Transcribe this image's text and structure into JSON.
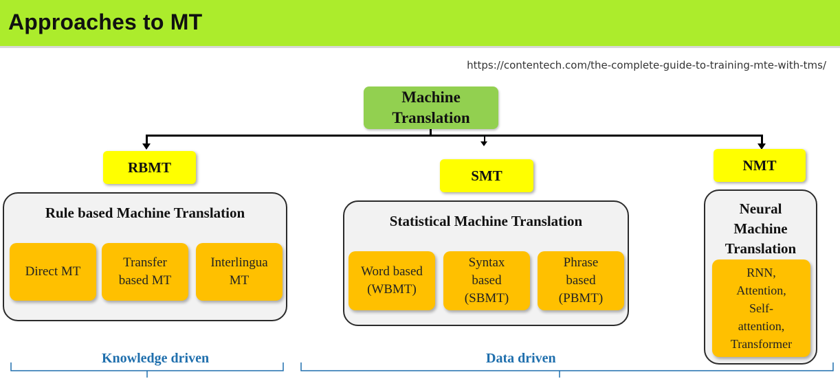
{
  "header": {
    "title": "Approaches to MT"
  },
  "source_url": "https://contentech.com/the-complete-guide-to-training-mte-with-tms/",
  "root": {
    "line1": "Machine",
    "line2": "Translation"
  },
  "rbmt": {
    "abbr": "RBMT",
    "title": "Rule based Machine Translation",
    "items": [
      {
        "line1": "Direct MT",
        "line2": ""
      },
      {
        "line1": "Transfer",
        "line2": "based MT"
      },
      {
        "line1": "Interlingua",
        "line2": "MT"
      }
    ]
  },
  "smt": {
    "abbr": "SMT",
    "title": "Statistical Machine Translation",
    "items": [
      {
        "line1": "Word based",
        "line2": "(WBMT)"
      },
      {
        "line1": "Syntax",
        "line2": "based",
        "line3": "(SBMT)"
      },
      {
        "line1": "Phrase",
        "line2": "based",
        "line3": "(PBMT)"
      }
    ]
  },
  "nmt": {
    "abbr": "NMT",
    "title_lines": [
      "Neural",
      "Machine",
      "Translation"
    ],
    "item_lines": [
      "RNN,",
      "Attention,",
      "Self-",
      "attention,",
      "Transformer"
    ]
  },
  "braces": {
    "knowledge": "Knowledge driven",
    "data": "Data driven"
  },
  "colors": {
    "header": "#acec2c",
    "root": "#92d050",
    "abbr": "#ffff00",
    "item": "#ffc000",
    "group_bg": "#f2f2f2",
    "brace_label": "#1f6fad"
  }
}
